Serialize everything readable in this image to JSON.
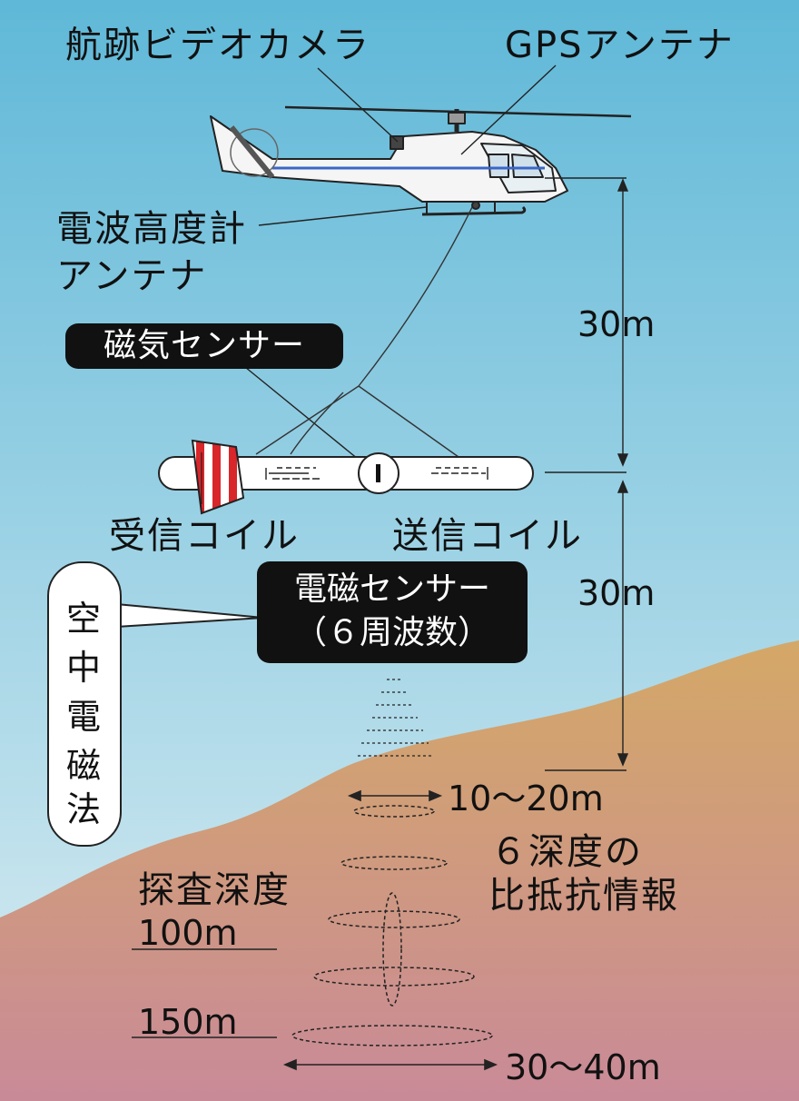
{
  "labels": {
    "track_camera": "航跡ビデオカメラ",
    "gps_antenna": "GPSアンテナ",
    "radar_altimeter_line1": "電波高度計",
    "radar_altimeter_line2": "アンテナ",
    "magnetic_sensor": "磁気センサー",
    "receive_coil": "受信コイル",
    "transmit_coil": "送信コイル",
    "em_sensor_line1": "電磁センサー",
    "em_sensor_line2": "（６周波数）",
    "method_chars": [
      "空",
      "中",
      "電",
      "磁",
      "法"
    ],
    "footprint_small": "10～20m",
    "resistivity_line1": "６深度の",
    "resistivity_line2": "比抵抗情報",
    "depth_title": "探査深度",
    "depth_100": "100m",
    "depth_150": "150m",
    "footprint_large": "30～40m"
  },
  "dimensions": {
    "heli_to_bird": "30m",
    "bird_to_ground": "30m"
  },
  "colors": {
    "sky_top": "#5fb8d8",
    "sky_bottom": "#dcedf2",
    "ground_top": "#d4a867",
    "ground_bottom": "#c98a98",
    "label_box": "#111111",
    "drogue_red": "#d8262b"
  }
}
